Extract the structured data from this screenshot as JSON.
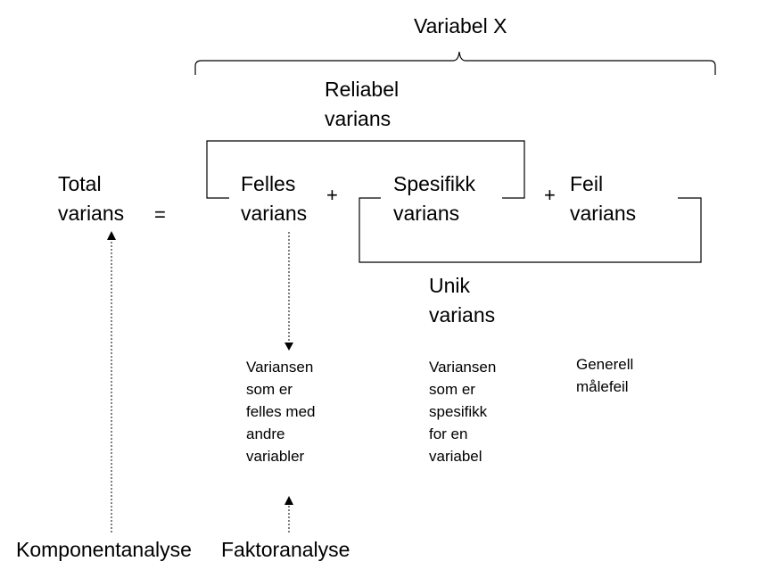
{
  "title": "Variabel X",
  "reliable": "Reliabel\nvarians",
  "total": "Total\nvarians",
  "equals": "=",
  "common": "Felles\nvarians",
  "plus1": "+",
  "specific": "Spesifikk\nvarians",
  "plus2": "+",
  "error": "Feil\nvarians",
  "unique": "Unik\nvarians",
  "common_desc": "Variansen\nsom er\nfelles med\nandre\nvariabler",
  "specific_desc": "Variansen\nsom er\nspesifikk\nfor en\nvariabel",
  "error_desc": "Generell\nmålefeil",
  "component_analysis": "Komponentanalyse",
  "factor_analysis": "Faktoranalyse"
}
